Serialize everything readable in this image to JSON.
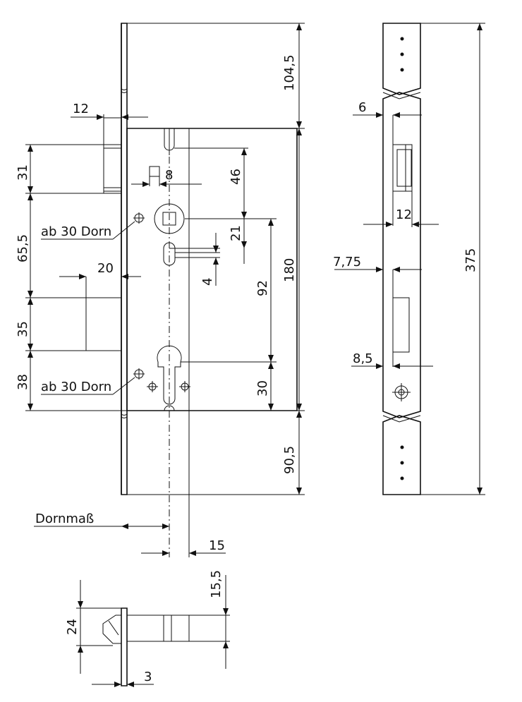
{
  "dimensions": {
    "top_104_5": "104,5",
    "bottom_90_5": "90,5",
    "total_180": "180",
    "d_46": "46",
    "d_21": "21",
    "d_92": "92",
    "d_4": "4",
    "d_30": "30",
    "d_12_front": "12",
    "d_8": "8",
    "d_31": "31",
    "d_65_5": "65,5",
    "d_20": "20",
    "d_35": "35",
    "d_38": "38",
    "d_15": "15",
    "d_6": "6",
    "d_12_side": "12",
    "d_7_75": "7,75",
    "d_8_5": "8,5",
    "d_375": "375",
    "d_15_5": "15,5",
    "d_24": "24",
    "d_3": "3"
  },
  "labels": {
    "dornmass": "Dornmaß",
    "ab_30_dorn_1": "ab 30 Dorn",
    "ab_30_dorn_2": "ab 30 Dorn"
  }
}
